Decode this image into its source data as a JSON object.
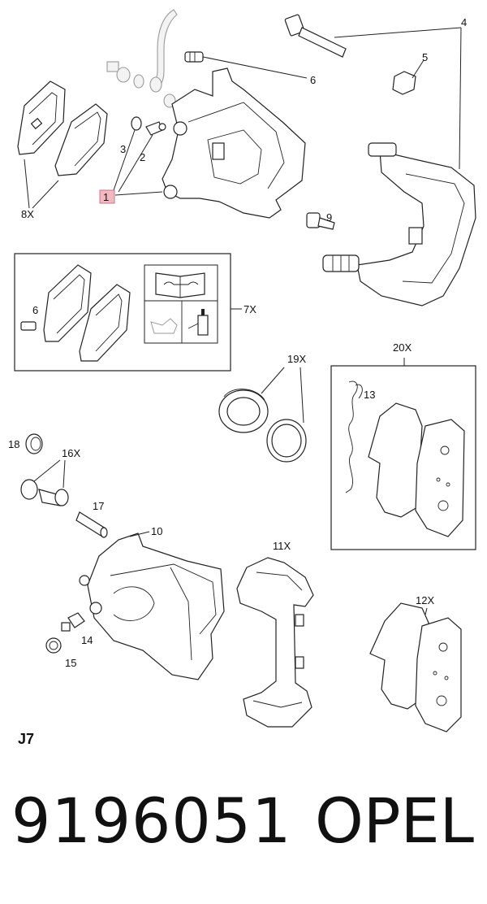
{
  "diagram": {
    "section_code": "J7",
    "callouts": {
      "c1": "1",
      "c2": "2",
      "c3": "3",
      "c4": "4",
      "c5": "5",
      "c6a": "6",
      "c8x": "8X",
      "c9": "9",
      "c6b": "6",
      "c7x": "7X",
      "c19x": "19X",
      "c20x": "20X",
      "c13": "13",
      "c18": "18",
      "c16x": "16X",
      "c17": "17",
      "c10": "10",
      "c11x": "11X",
      "c12x": "12X",
      "c14": "14",
      "c15": "15"
    },
    "highlight_color": "#f2b8c0"
  },
  "footer": {
    "part_number": "9196051",
    "brand": "OPEL"
  }
}
